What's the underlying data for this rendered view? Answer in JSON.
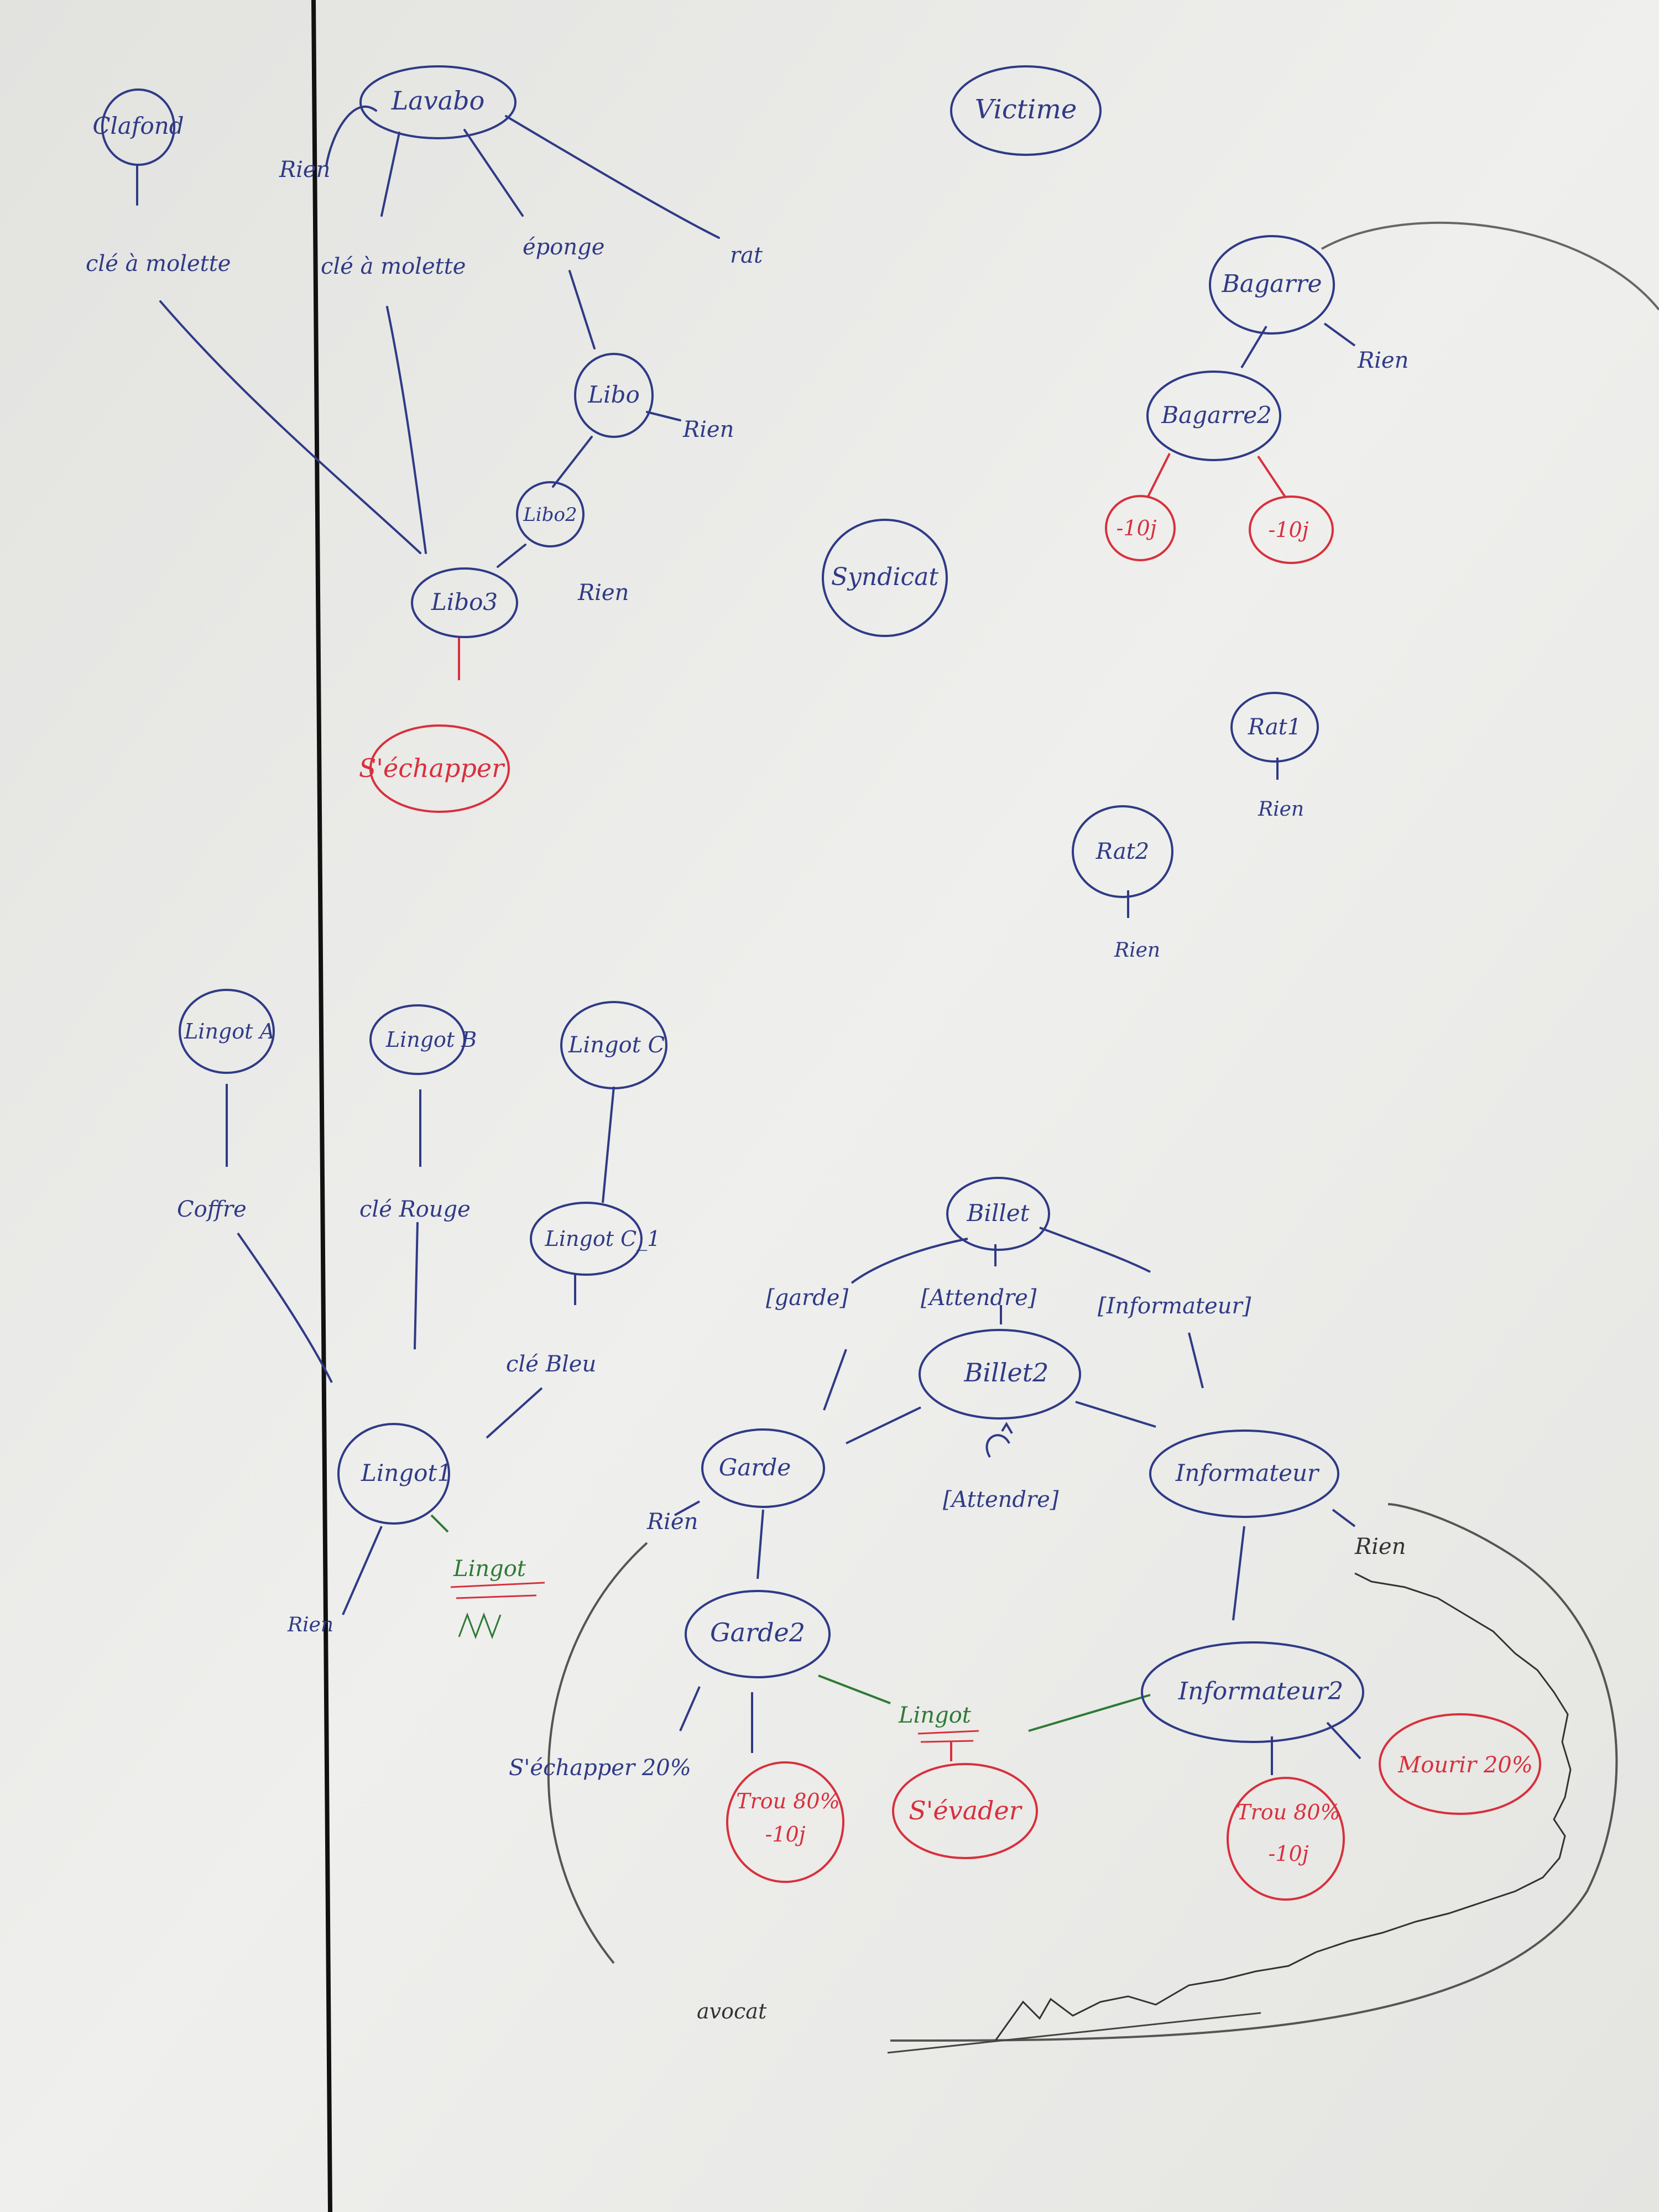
{
  "colors": {
    "paper": "#ececea",
    "ink_blue": "#2f3a86",
    "ink_red": "#d8303c",
    "ink_green": "#2f7a35",
    "pencil": "#5a5a5a",
    "margin_line": "#111111"
  },
  "nodes": {
    "clafond": "Clafond",
    "lavabo": "Lavabo",
    "victime": "Victime",
    "libo": "Libo",
    "libo2": "Libo2",
    "libo3": "Libo3",
    "s_echapper": "S'échapper",
    "bagarre": "Bagarre",
    "bagarre2": "Bagarre2",
    "moins_10j_a": "-10j",
    "moins_10j_b": "-10j",
    "syndicat": "Syndicat",
    "rat1": "Rat1",
    "rat2": "Rat2",
    "lingot_a": "Lingot A",
    "lingot_b": "Lingot B",
    "lingot_c": "Lingot C",
    "lingot_c1": "Lingot C_1",
    "lingot1": "Lingot1",
    "billet": "Billet",
    "billet2": "Billet2",
    "garde": "Garde",
    "garde2": "Garde2",
    "informateur": "Informateur",
    "informateur2": "Informateur2",
    "trou_garde": "Trou 80%",
    "trou_garde_penalty": "-10j",
    "s_evader": "S'évader",
    "trou_info": "Trou 80%",
    "trou_info_penalty": "-10j",
    "mourir": "Mourir 20%"
  },
  "labels": {
    "rien_lavabo": "Rien",
    "cle_molette_1": "clé à molette",
    "cle_molette_2": "clé à molette",
    "eponge": "éponge",
    "rat": "rat",
    "rien_libo": "Rien",
    "rien_libo2": "Rien",
    "rien_bagarre": "Rien",
    "rien_rat1": "Rien",
    "rien_rat2": "Rien",
    "coffre": "Coffre",
    "cle_rouge": "clé Rouge",
    "cle_bleu": "clé Bleu",
    "rien_lingot1": "Rien",
    "lingot_green_1": "Lingot",
    "lingot_green_2": "Lingot",
    "opt_garde": "[garde]",
    "opt_attendre": "[Attendre]",
    "opt_informateur": "[Informateur]",
    "opt_attendre_loop": "[Attendre]",
    "rien_garde": "Rien",
    "rien_informateur": "Rien",
    "s_echapper_20": "S'échapper 20%",
    "avocat": "avocat"
  }
}
